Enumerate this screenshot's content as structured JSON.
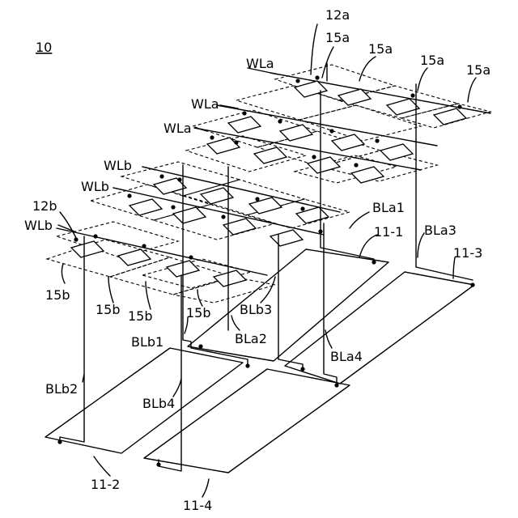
{
  "figure_ref": "10",
  "labels": {
    "12a": "12a",
    "12b": "12b",
    "15a": "15a",
    "15b": "15b",
    "WLa": "WLa",
    "WLb": "WLb",
    "BLa1": "BLa1",
    "BLa2": "BLa2",
    "BLa3": "BLa3",
    "BLa4": "BLa4",
    "BLb1": "BLb1",
    "BLb2": "BLb2",
    "BLb3": "BLb3",
    "BLb4": "BLb4",
    "p11_1": "11-1",
    "p11_2": "11-2",
    "p11_3": "11-3",
    "p11_4": "11-4"
  }
}
